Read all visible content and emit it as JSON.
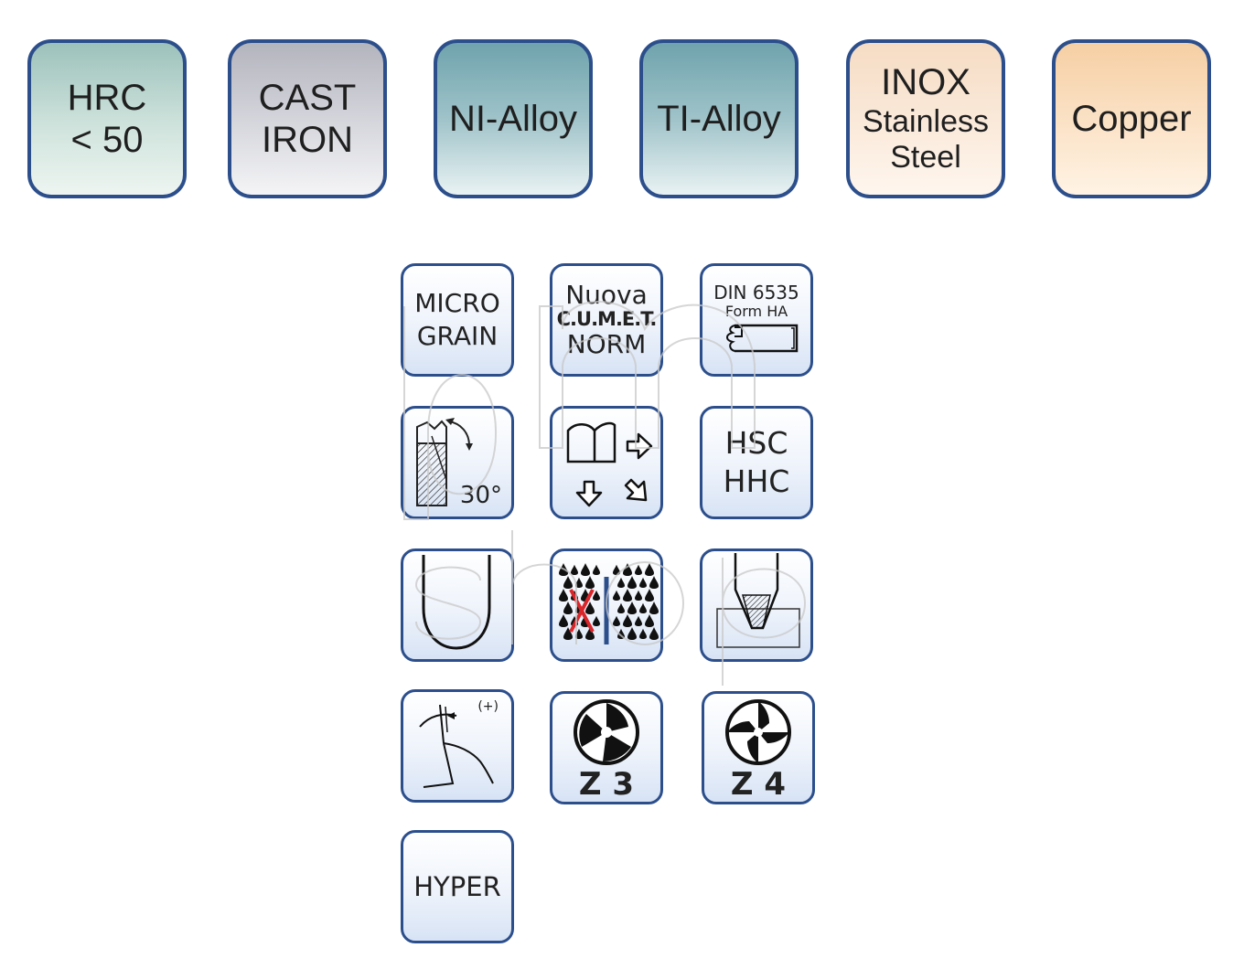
{
  "materials": [
    {
      "lines": [
        "HRC",
        "< 50"
      ],
      "icon": "hardened-steel-badge",
      "color": "#cfe3dc"
    },
    {
      "lines": [
        "CAST",
        "IRON"
      ],
      "icon": "cast-iron-badge",
      "color": "#d7d8de"
    },
    {
      "lines": [
        "NI-Alloy"
      ],
      "icon": "nickel-alloy-badge",
      "color": "#9fc3c9"
    },
    {
      "lines": [
        "TI-Alloy"
      ],
      "icon": "titanium-alloy-badge",
      "color": "#9fc3c9"
    },
    {
      "lines": [
        "INOX",
        "Stainless",
        "Steel"
      ],
      "icon": "stainless-steel-badge",
      "color": "#faeadb"
    },
    {
      "lines": [
        "Copper"
      ],
      "icon": "copper-badge",
      "color": "#fbe3c8"
    }
  ],
  "icons": {
    "micrograin": [
      "MICRO",
      "GRAIN"
    ],
    "cumet": {
      "top": "Nuova",
      "brand": "C.U.M.E.T.",
      "bottom": "NORM"
    },
    "din": {
      "line1": "DIN 6535",
      "line2": "Form HA"
    },
    "helix": {
      "angle": "30°"
    },
    "hsc": [
      "HSC",
      "HHC"
    ],
    "rake": {
      "sign": "(+)"
    },
    "z3": "Z 3",
    "z4": "Z 4",
    "hyper": "HYPER"
  },
  "watermark": "pm shop",
  "colors": {
    "border": "#2c4f8c",
    "coolant_cross": "#d9262b",
    "coolant_divider": "#2c4f8c"
  }
}
